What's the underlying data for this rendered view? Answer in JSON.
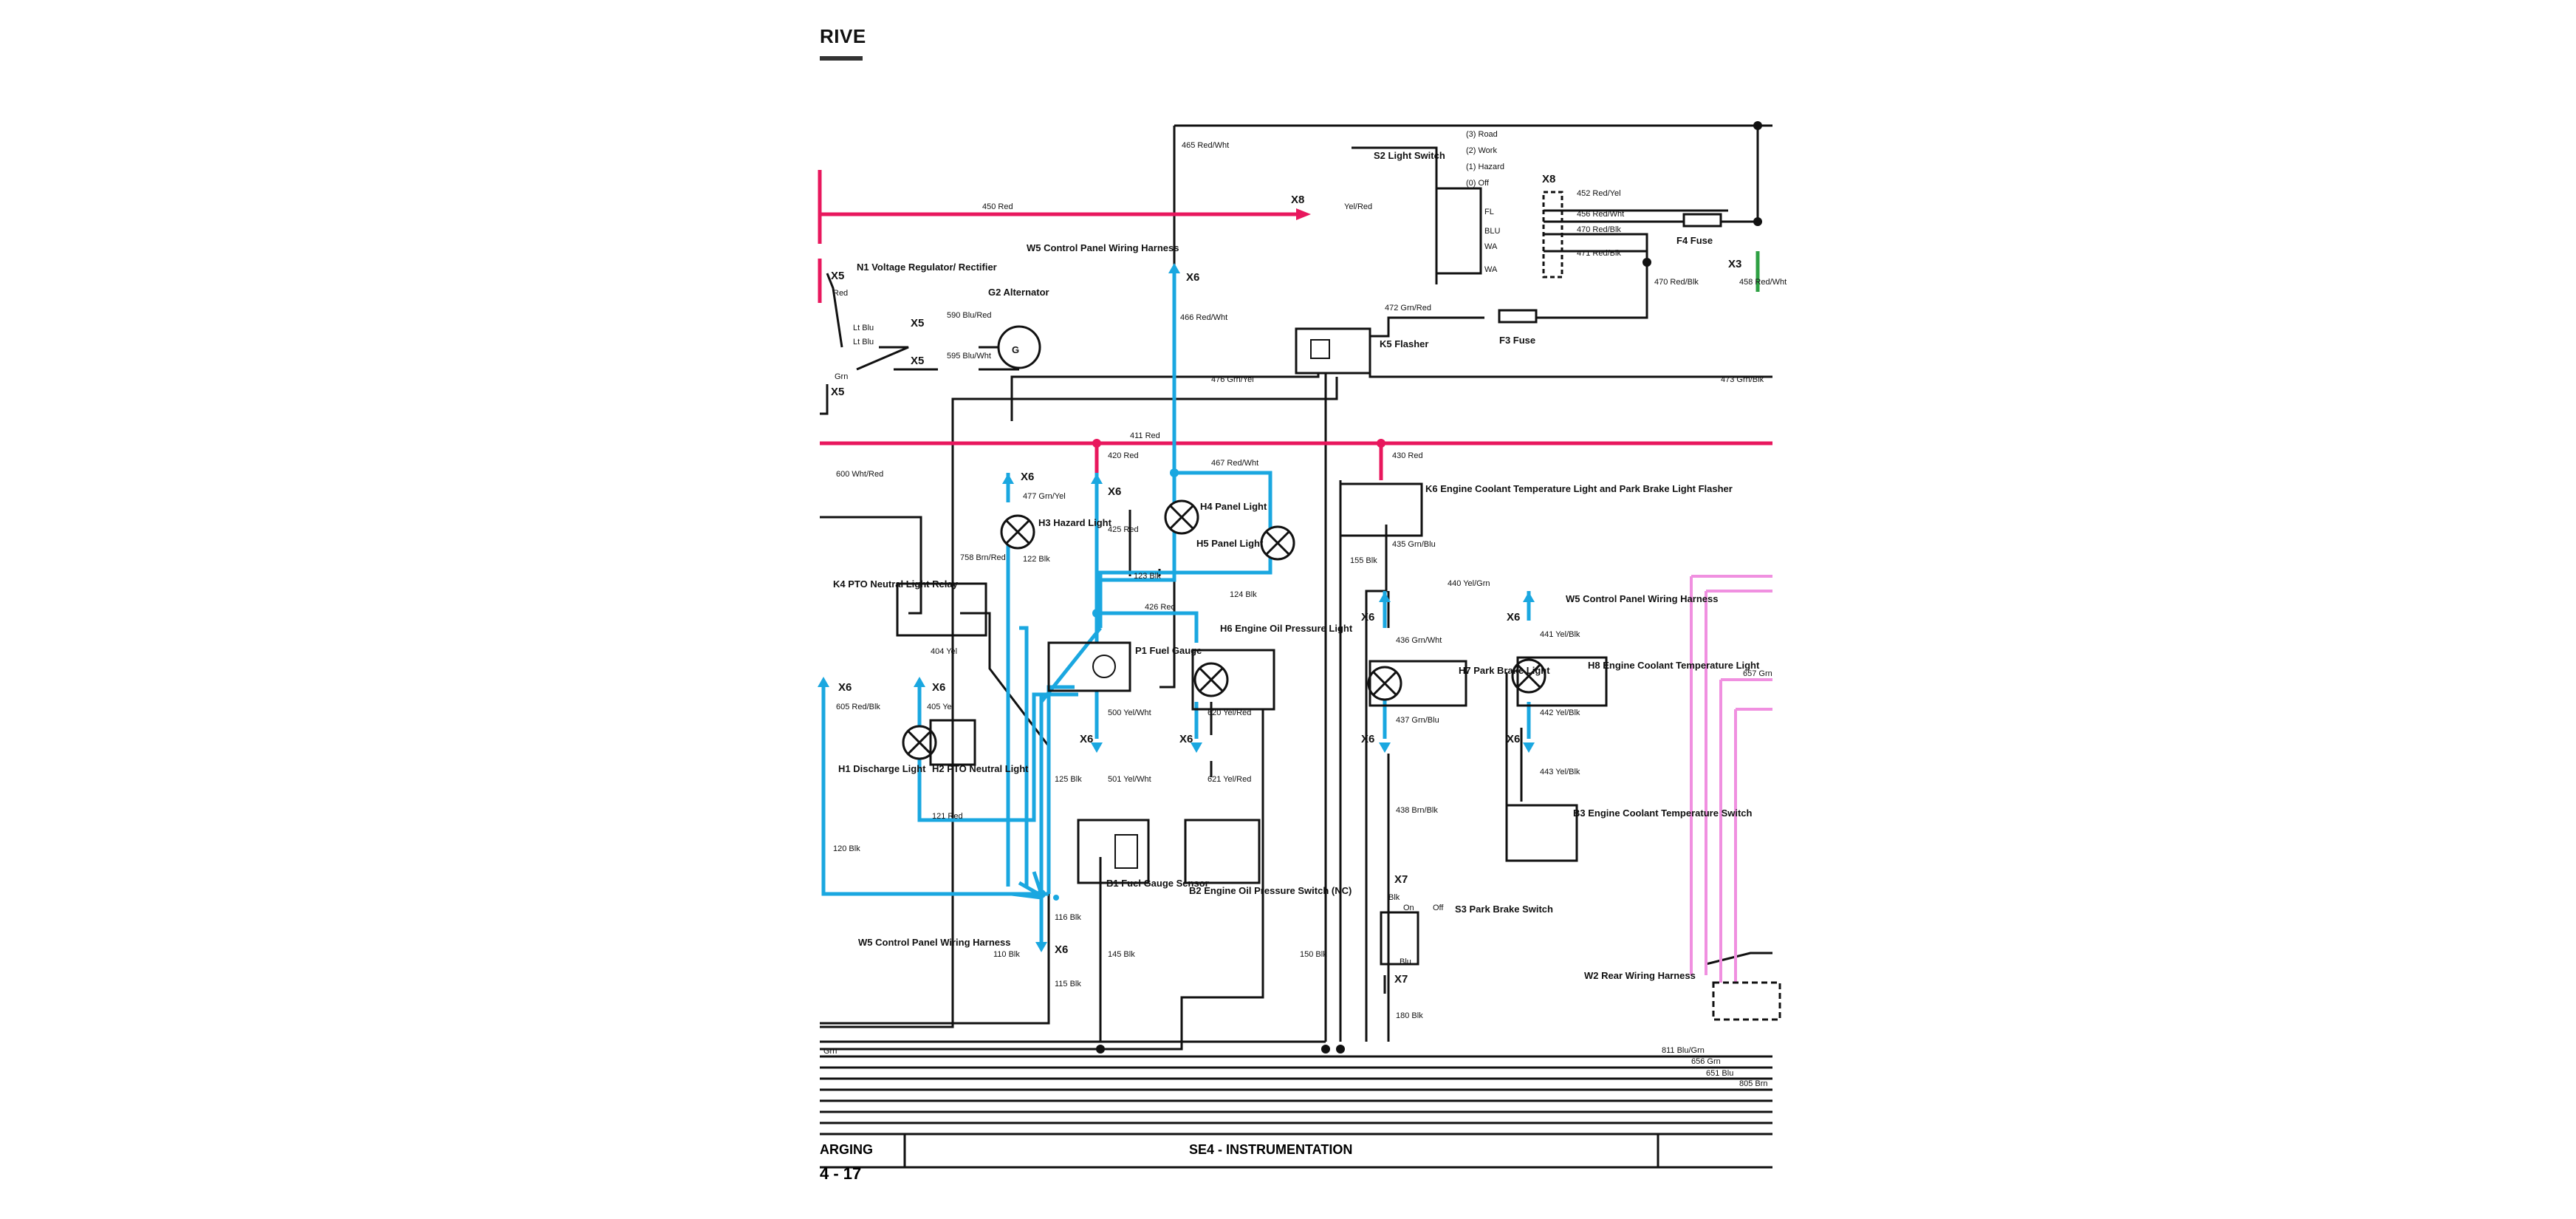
{
  "page": {
    "heading": "RIVE",
    "footer_left": "ARGING",
    "footer_center": "SE4 - INSTRUMENTATION",
    "page_number": "4 - 17"
  },
  "colors": {
    "power_red": "#e8175d",
    "harness_blue": "#1aa7e0",
    "rear_pink": "#f090e0",
    "ground_green": "#2ea043",
    "line_black": "#111111"
  },
  "components": {
    "n1": "N1 Voltage Regulator/ Rectifier",
    "g2": "G2 Alternator",
    "s2": "S2 Light Switch",
    "s2_positions": [
      "(3) Road",
      "(2) Work",
      "(1) Hazard",
      "(0) Off"
    ],
    "s2_terminals": [
      "FL",
      "BLU",
      "WA",
      "WA"
    ],
    "w5_top": "W5 Control Panel Wiring Harness",
    "k5": "K5 Flasher",
    "f3": "F3 Fuse",
    "f4": "F4 Fuse",
    "h3": "H3 Hazard Light",
    "h4": "H4 Panel Light",
    "h5": "H5 Panel Light",
    "k6": "K6 Engine Coolant Temperature Light and Park Brake Light Flasher",
    "k4": "K4 PTO Neutral Light Relay",
    "p1": "P1 Fuel Gauge",
    "h6_oil": "H6 Engine Oil Pressure Light",
    "w5_right": "W5 Control Panel Wiring Harness",
    "h7": "H7 Park Brake Light",
    "h8": "H8 Engine Coolant Temperature Light",
    "h1": "H1 Discharge Light",
    "h2": "H2 PTO Neutral Light",
    "b1": "B1 Fuel Gauge Sensor",
    "b2": "B2 Engine Oil Pressure Switch (NC)",
    "b3": "B3 Engine Coolant Temperature Switch",
    "s3": "S3 Park Brake Switch",
    "s3_on": "On",
    "s3_off": "Off",
    "w5_bottom": "W5 Control Panel Wiring Harness",
    "w2": "W2 Rear Wiring Harness"
  },
  "connectors": {
    "x5": "X5",
    "x6": "X6",
    "x7": "X7",
    "x8": "X8",
    "x3": "X3"
  },
  "wires": {
    "w450": "450 Red",
    "w465": "465 Red/Wht",
    "w466": "466 Red/Wht",
    "w467": "467 Red/Wht",
    "w452": "452 Red/Yel",
    "w456": "456 Red/Wht",
    "w470a": "470 Red/Blk",
    "w471": "471 Red/Blk",
    "w470b": "470 Red/Blk",
    "w472": "472 Grn/Red",
    "w476": "476 Grn/Yel",
    "w473": "473 Grn/Blk",
    "w458": "458 Red/Wht",
    "yelred": "Yel/Red",
    "w411": "411 Red",
    "w420": "420 Red",
    "w430": "430 Red",
    "w600": "600 Wht/Red",
    "w590": "590 Blu/Red",
    "w595": "595 Blu/Wht",
    "ltblu1": "Lt Blu",
    "ltblu2": "Lt Blu",
    "x5red": "Red",
    "grn": "Grn",
    "w477": "477 Grn/Yel",
    "w122": "122 Blk",
    "w425": "425 Red",
    "w123": "123 Blk",
    "w124": "124 Blk",
    "w426": "426 Red",
    "w758": "758 Brn/Red",
    "w404": "404 Yel",
    "w405": "405 Yel",
    "w605": "605 Red/Blk",
    "w435": "435 Grn/Blu",
    "w155": "155 Blk",
    "w440": "440 Yel/Grn",
    "w436": "436 Grn/Wht",
    "w437": "437 Grn/Blu",
    "w441": "441 Yel/Blk",
    "w442": "442 Yel/Blk",
    "w443": "443 Yel/Blk",
    "w500": "500 Yel/Wht",
    "w501": "501 Yel/Wht",
    "w620": "620 Yel/Red",
    "w621": "621 Yel/Red",
    "w125": "125 Blk",
    "w121": "121 Red",
    "w120": "120 Blk",
    "w116": "116 Blk",
    "w115": "115 Blk",
    "w110": "110 Blk",
    "w145": "145 Blk",
    "w150": "150 Blk",
    "w438": "438 Brn/Blk",
    "w180": "180 Blk",
    "s3blk": "Blk",
    "s3blu": "Blu",
    "w811": "811 Blu/Grn",
    "w656": "656 Grn",
    "w651": "651 Blu",
    "w805": "805 Brn",
    "w657": "657 Grn",
    "bottom_grn": "Grn"
  }
}
